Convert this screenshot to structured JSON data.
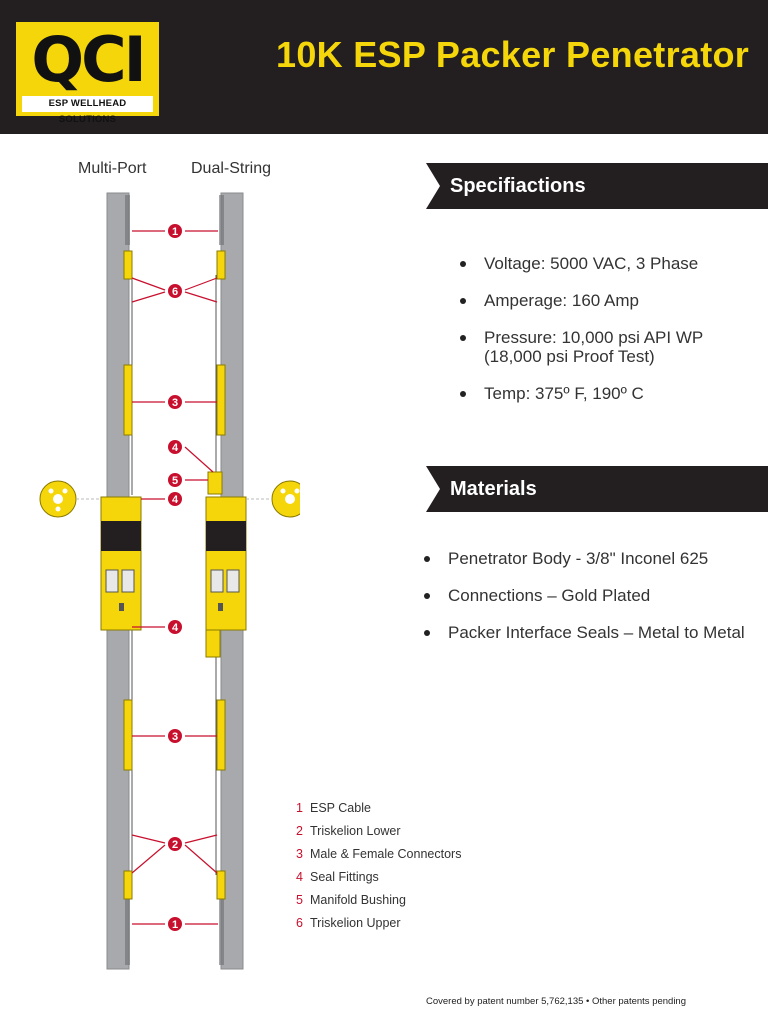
{
  "header": {
    "logo_text": "QCI",
    "logo_subtitle": "ESP WELLHEAD SOLUTIONS",
    "title": "10K ESP Packer Penetrator"
  },
  "diagram": {
    "column_labels": [
      "Multi-Port",
      "Dual-String"
    ],
    "callouts": [
      "1",
      "6",
      "3",
      "4",
      "5",
      "4",
      "4",
      "3",
      "2",
      "1"
    ]
  },
  "specifications": {
    "heading": "Specifiactions",
    "items": [
      "Voltage: 5000 VAC, 3 Phase",
      "Amperage: 160 Amp",
      "Pressure: 10,000 psi API WP (18,000 psi Proof Test)",
      "Temp: 375º F, 190º C"
    ]
  },
  "materials": {
    "heading": "Materials",
    "items": [
      "Penetrator Body -  3/8\" Inconel 625",
      "Connections – Gold Plated",
      "Packer Interface Seals – Metal to Metal"
    ]
  },
  "legend": [
    {
      "num": "1",
      "label": "ESP Cable"
    },
    {
      "num": "2",
      "label": "Triskelion Lower"
    },
    {
      "num": "3",
      "label": "Male & Female  Connectors"
    },
    {
      "num": "4",
      "label": "Seal Fittings"
    },
    {
      "num": "5",
      "label": "Manifold Bushing"
    },
    {
      "num": "6",
      "label": "Triskelion Upper"
    }
  ],
  "footer": "Covered by patent number 5,762,135 • Other patents pending",
  "colors": {
    "brand_yellow": "#f5d60a",
    "dark": "#231f20",
    "callout_red": "#c8102e",
    "pipe_gray": "#a7a9ac"
  }
}
